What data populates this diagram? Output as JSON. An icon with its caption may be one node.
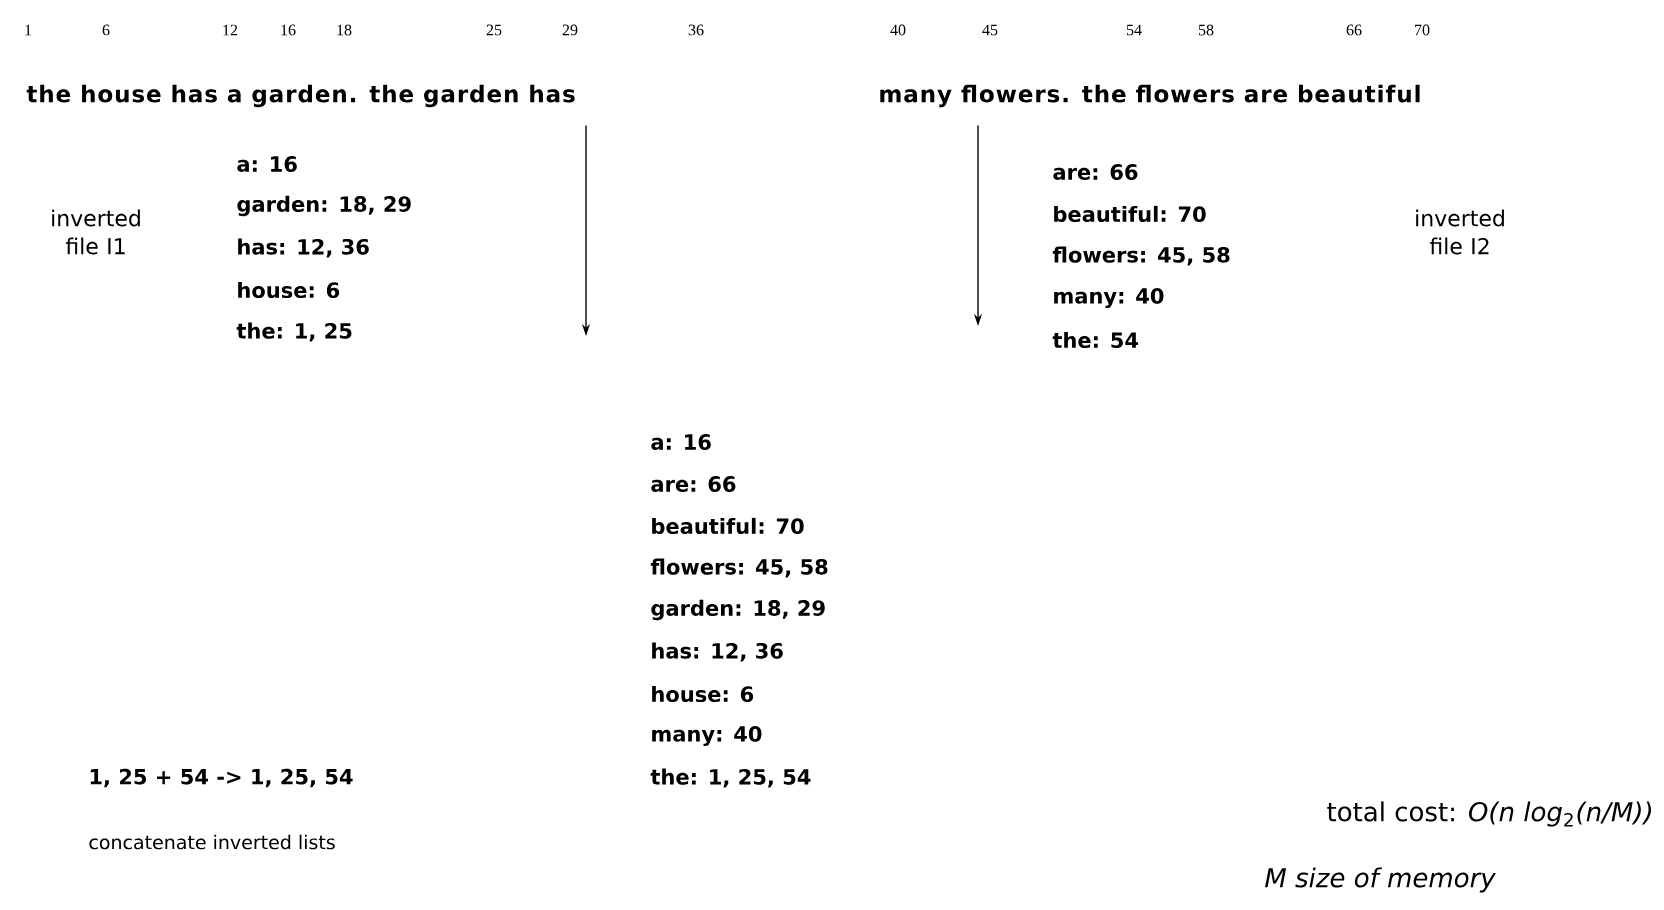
{
  "diagram": {
    "nodes": [
      {
        "text": [
          "the house has a  garden. the garden has"
        ]
      },
      {
        "text": [
          "many flowers. the flowers are beautiful"
        ]
      }
    ],
    "edges": [
      {
        "from": 0,
        "to": null,
        "arrow": "to"
      },
      {
        "from": 1,
        "to": null,
        "arrow": "to"
      }
    ],
    "labels": [
      "1",
      "6",
      "12",
      "16",
      "18",
      "25",
      "29",
      "36",
      "40",
      "45",
      "54",
      "58",
      "66",
      "70",
      "a: 16",
      "garden: 18, 29",
      "has: 12, 36",
      "house: 6",
      "the: 1, 25",
      "inverted file I1",
      "are: 66",
      "beautiful: 70",
      "flowers: 45, 58",
      "many: 40",
      "the: 54",
      "inverted file I2",
      "a: 16",
      "are: 66",
      "beautiful: 70",
      "flowers: 45, 58",
      "garden: 18, 29",
      "has: 12, 36",
      "house: 6",
      "many: 40",
      "1, 25 + 54 -> 1, 25, 54",
      "the: 1, 25, 54",
      "concatenate inverted lists",
      "total cost: *O(n log*$_{2}$*(n/M))*",
      "M size of memory"
    ]
  }
}
